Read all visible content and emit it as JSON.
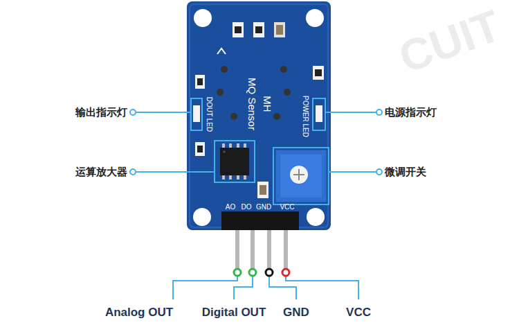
{
  "diagram": {
    "labels": [
      "MH",
      "MQ Sensor",
      "DOUT LED",
      "POWER LED",
      "AO",
      "DO",
      "GND",
      "VCC",
      "输出指示灯",
      "运算放大器",
      "电源指示灯",
      "微调开关",
      "Analog OUT",
      "Digital OUT",
      "GND",
      "VCC",
      "CUIT"
    ]
  }
}
